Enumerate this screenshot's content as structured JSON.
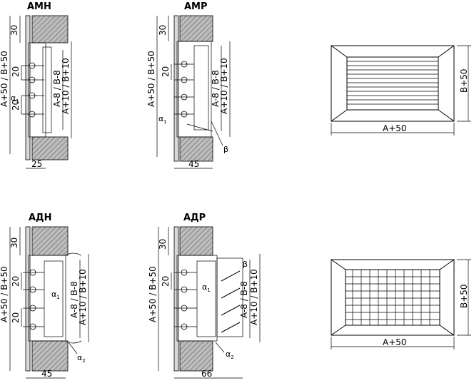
{
  "titles": {
    "amn": "АМН",
    "amr": "АМР",
    "adn": "АДН",
    "adr": "АДР"
  },
  "dims": {
    "d30": "30",
    "d20": "20",
    "outer": "A+50 / B+50",
    "inner": "A-8 / B-8",
    "mid": "A+10 / B+10",
    "w25": "25",
    "w45": "45",
    "w66": "66",
    "a50": "A+50",
    "b50": "B+50"
  },
  "greek": {
    "alpha": "α",
    "beta": "β",
    "sub1": "1",
    "sub2": "2"
  }
}
